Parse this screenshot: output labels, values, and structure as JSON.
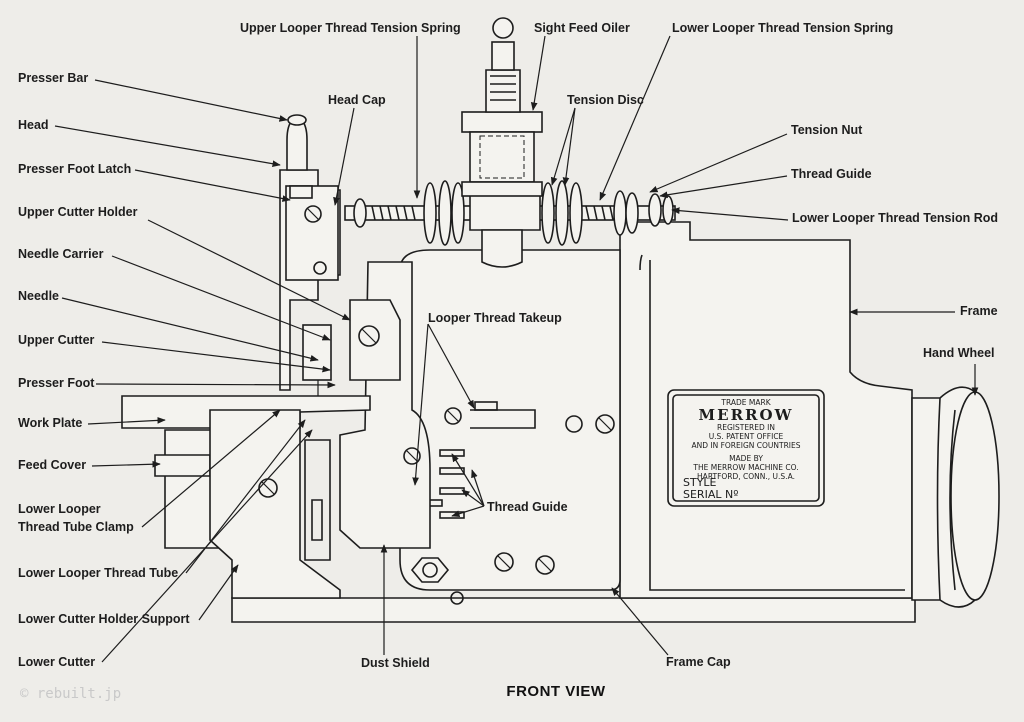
{
  "caption": "FRONT VIEW",
  "watermark": "© rebuilt.jp",
  "nameplate": {
    "trade_mark": "TRADE MARK",
    "brand": "MERROW",
    "line1": "REGISTERED IN",
    "line2": "U.S. PATENT OFFICE",
    "line3": "AND IN FOREIGN COUNTRIES",
    "made_by": "MADE BY",
    "maker": "THE MERROW MACHINE CO.",
    "city": "HARTFORD, CONN., U.S.A.",
    "style": "STYLE",
    "serial": "SERIAL Nº"
  },
  "labels": {
    "presser_bar": "Presser Bar",
    "head": "Head",
    "presser_foot_latch": "Presser Foot Latch",
    "upper_cutter_holder": "Upper Cutter Holder",
    "needle_carrier": "Needle Carrier",
    "needle": "Needle",
    "upper_cutter": "Upper Cutter",
    "presser_foot": "Presser Foot",
    "work_plate": "Work Plate",
    "feed_cover": "Feed Cover",
    "lower_looper_tube_clamp_1": "Lower Looper",
    "lower_looper_tube_clamp_2": "Thread Tube Clamp",
    "lower_looper_thread_tube": "Lower Looper Thread Tube",
    "lower_cutter_holder_support": "Lower Cutter Holder Support",
    "lower_cutter": "Lower Cutter",
    "upper_looper_tension_spring": "Upper Looper Thread Tension Spring",
    "head_cap": "Head Cap",
    "sight_feed_oiler": "Sight Feed Oiler",
    "tension_disc": "Tension Disc",
    "lower_looper_tension_spring": "Lower Looper Thread Tension Spring",
    "tension_nut": "Tension Nut",
    "thread_guide_top": "Thread Guide",
    "lower_looper_tension_rod": "Lower Looper Thread Tension Rod",
    "frame": "Frame",
    "hand_wheel": "Hand Wheel",
    "looper_thread_takeup": "Looper Thread Takeup",
    "thread_guide_mid": "Thread Guide",
    "dust_shield": "Dust Shield",
    "frame_cap": "Frame Cap"
  }
}
